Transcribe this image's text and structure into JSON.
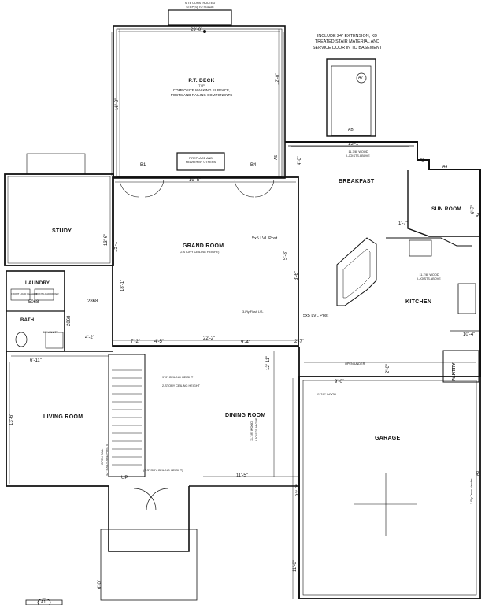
{
  "top_note": {
    "line1": "SITE CONSTRUCTED",
    "line2": "STEP(S) TO SGADE"
  },
  "box_note": {
    "line1": "INCLUDE 24\" EXTENSION, KD",
    "line2": "TREATED STAIR MATERIAL AND",
    "line3": "SERVICE DOOR IN TO BASEMENT"
  },
  "deck": {
    "name": "P.T. DECK",
    "sub": "(TYP)",
    "note1": "COMPOSITE WALKING SURFACE,",
    "note2": "POSTS AND RAILING COMPONENTS",
    "width_dim": "29'-0\"",
    "depth_dim": "16'-0\"",
    "depth_dim_right": "12'-0\""
  },
  "fireplace": {
    "line1": "FIREPLACE AND",
    "line2": "HEARTH BY OTHERS"
  },
  "grand_room": {
    "name": "GRAND ROOM",
    "sub": "(2-STORY CEILING HEIGHT)",
    "width_dim": "19'-5\"",
    "depth_dim": "18'-1\"",
    "post1": "5x5 LVL Post",
    "post2": "5x5 LVL Post",
    "flush_lvl": "3-Ply Flush LVL"
  },
  "breakfast": {
    "name": "BREAKFAST",
    "joist1": "11-7/8\" WOOD",
    "joist2": "I-JOISTS ABOVE",
    "width_dim": "13'-1\""
  },
  "sun_room": {
    "name": "SUN ROOM",
    "dim": "6'-7\""
  },
  "study": {
    "name": "STUDY",
    "dim1": "13'-6\"",
    "dim2": "15'-1\""
  },
  "laundry": {
    "name": "LAUNDRY",
    "washer": "FRONT LOAD WASHER",
    "dryer": "FRONT LOAD DRYER"
  },
  "bath": {
    "name": "BATH",
    "vanity": "36\" VANITY",
    "door1": "2868",
    "door2": "2868"
  },
  "door_5068": "5068",
  "kitchen": {
    "name": "KITCHEN",
    "joist1": "11-7/8\" WOOD",
    "joist2": "I-JOISTS ABOVE",
    "dim": "10'-4\""
  },
  "pantry": {
    "name": "PANTRY"
  },
  "living_room": {
    "name": "LIVING ROOM",
    "width_dim": "6'-11\"",
    "depth_dim": "13'-6\""
  },
  "dining_room": {
    "name": "DINING ROOM",
    "joist1": "11-7/8\" WOOD",
    "joist2": "I-JOISTS ABOVE",
    "width_dim": "11'-5\"",
    "depth_dim": "12'-11\""
  },
  "garage": {
    "name": "GARAGE",
    "joist": "11-7/8\" WOOD",
    "depth_dim": "22'-0\"",
    "right_dim": "11'-0\"",
    "header": "3-Ply Truss Header",
    "open_under": "OPEN UNDER",
    "dim_top": "9'-0\""
  },
  "foyer": {
    "ceiling": "(2-STORY CEILING HEIGHT)",
    "stair_note": "2-STORY CEILING HEIGHT",
    "ceiling_9": "9'-0\" CEILING HEIGHT",
    "open_rail": "OPEN RAIL",
    "rail_note": "42\" RAILS AND POSTS",
    "up": "UP"
  },
  "dims": {
    "d22_2": "22'-2\"",
    "d9_4": "9'-4\"",
    "d4_2": "4'-2\"",
    "d4_5": "4'-5\"",
    "d7_2": "7'-2\"",
    "d2_7": "2'-7\"",
    "d1_7": "1'-7\"",
    "d3_6": "3'-6\"",
    "d5_8": "5'-8\"",
    "d4_0": "4'-0\"",
    "d6_0": "6'-0\"",
    "d2_0": "2'-0\""
  },
  "tags": {
    "a1": "A1",
    "a2": "A2",
    "a3": "A3",
    "a4": "A4",
    "a5": "A5",
    "a6": "A6",
    "a7": "A7",
    "b1": "B1",
    "b4": "B4",
    "ab": "AB"
  }
}
